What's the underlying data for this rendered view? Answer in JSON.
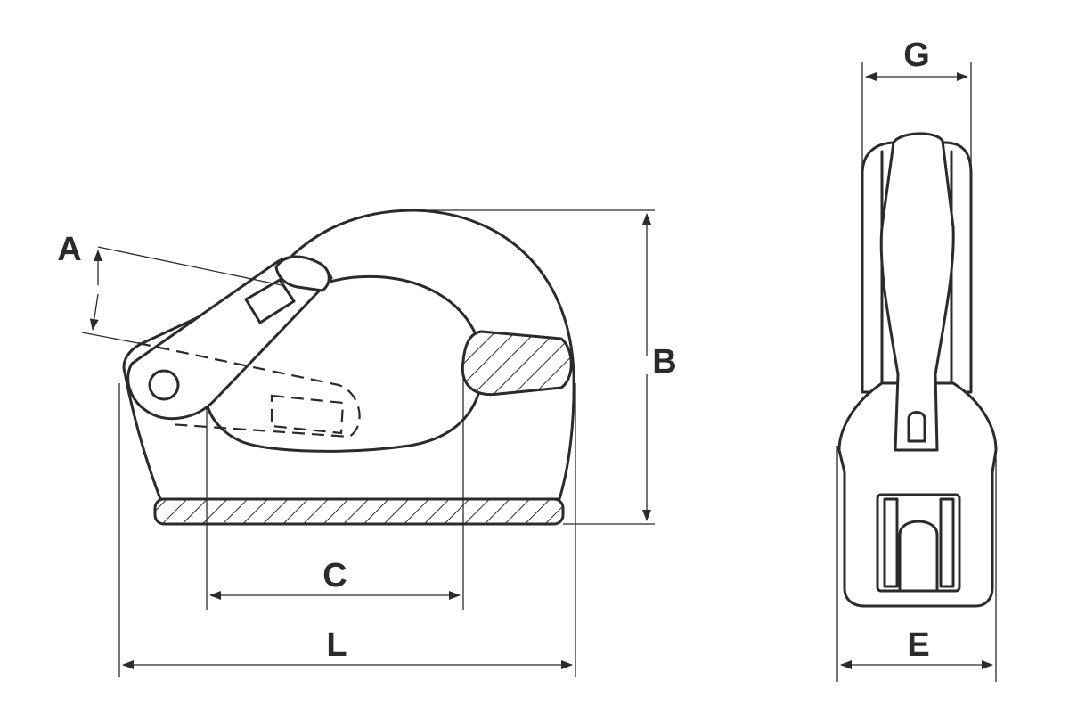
{
  "diagram": {
    "dimensions": {
      "A": "A",
      "B": "B",
      "C": "C",
      "L": "L",
      "G": "G",
      "E": "E"
    },
    "colors": {
      "line": "#2b2b2b",
      "background": "#ffffff"
    }
  }
}
